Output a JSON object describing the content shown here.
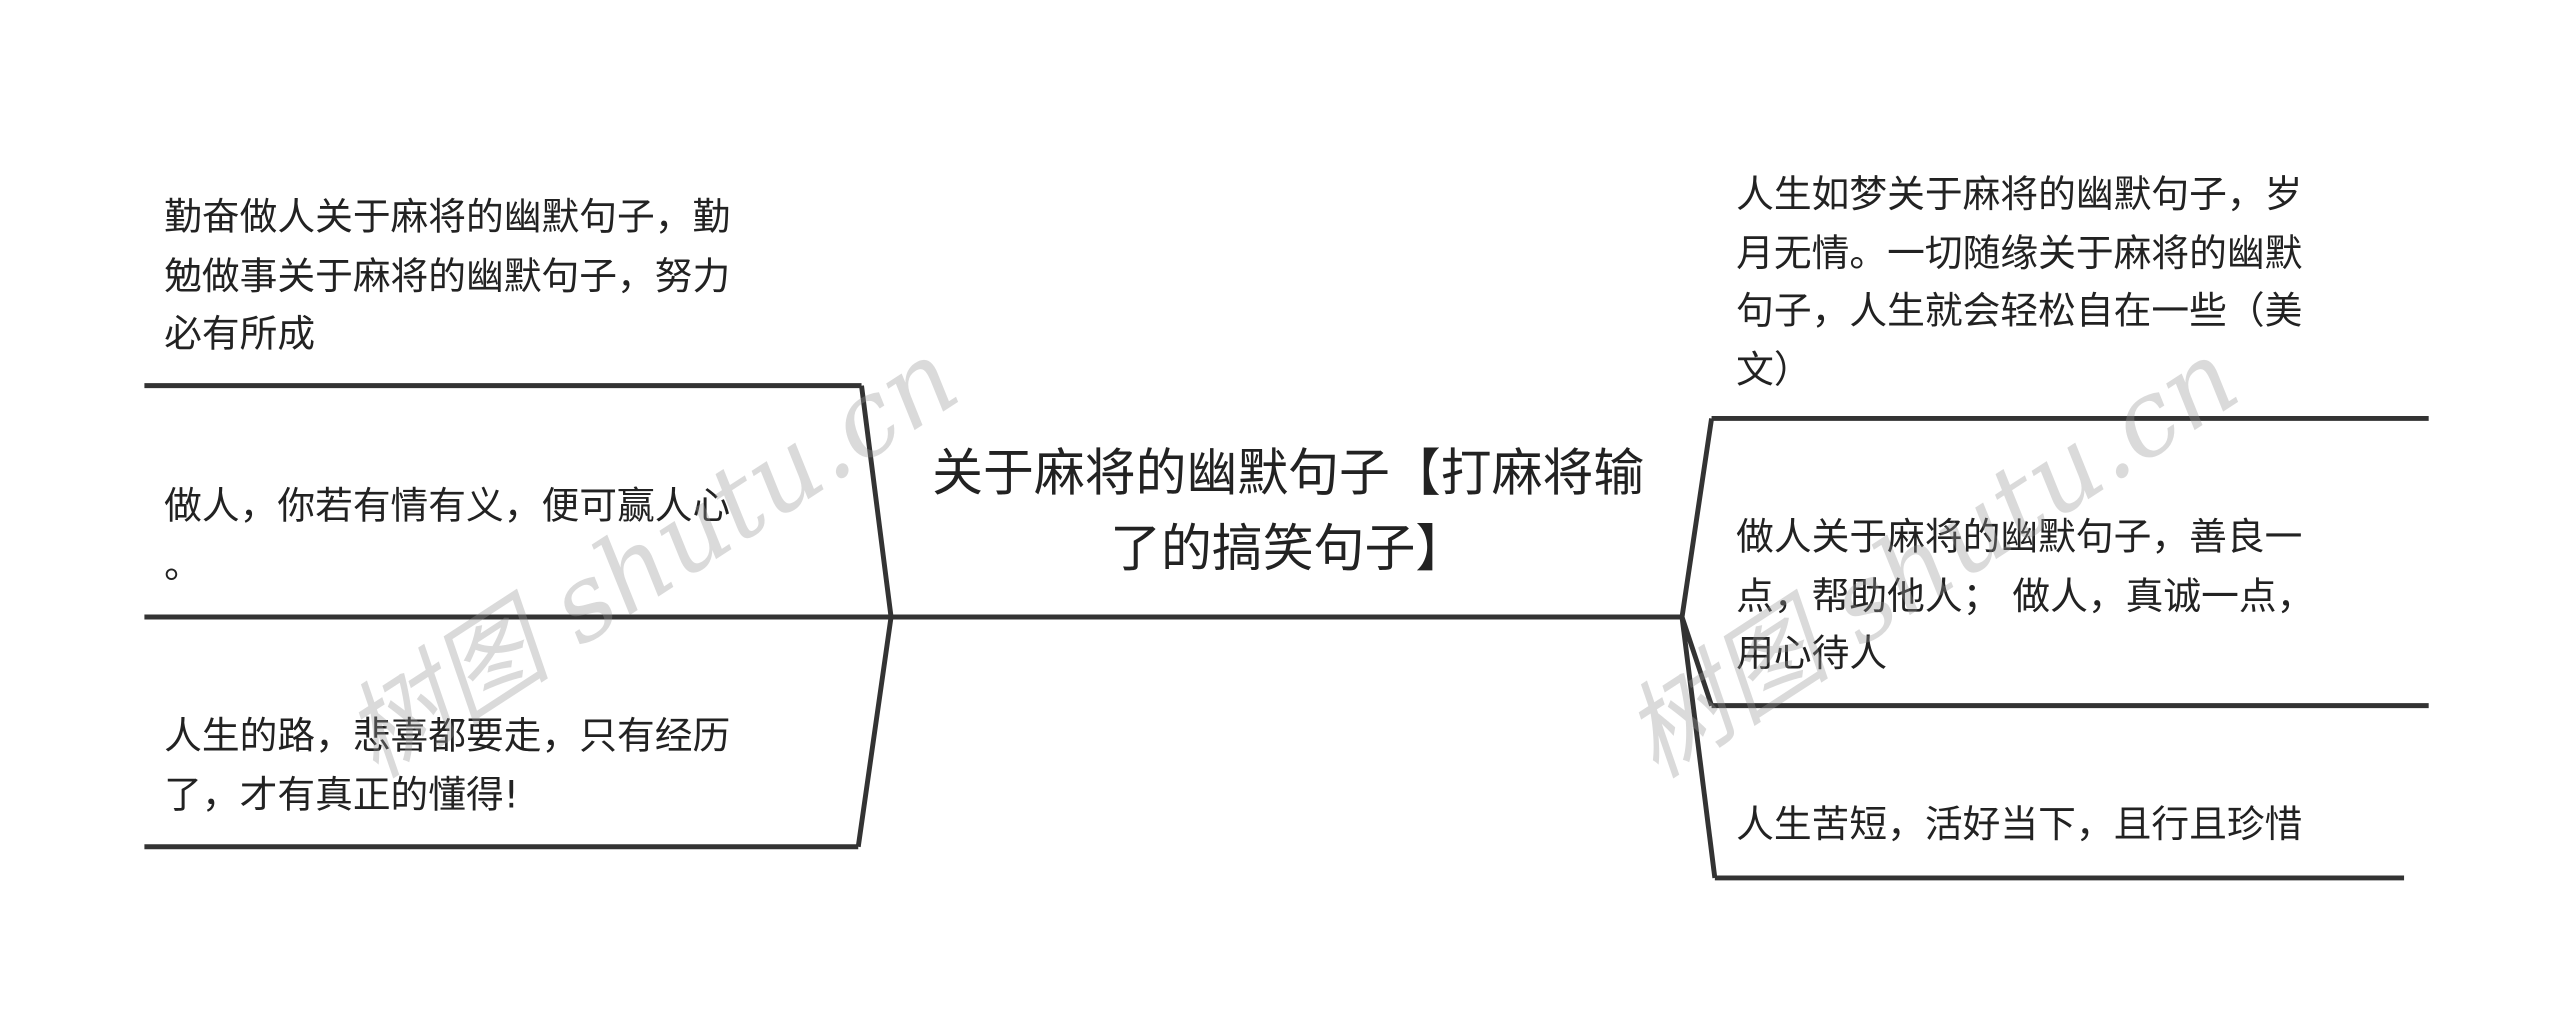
{
  "root": {
    "title": "关于麻将的幽默句子【打麻将输了的搞笑句子】"
  },
  "left_nodes": [
    {
      "text": "勤奋做人关于麻将的幽默句子，勤\n勉做事关于麻将的幽默句子，努力\n必有所成"
    },
    {
      "text": "做人，你若有情有义，便可赢人心\n。"
    },
    {
      "text": "人生的路，悲喜都要走，只有经历\n了，才有真正的懂得!"
    }
  ],
  "right_nodes": [
    {
      "text": "人生如梦关于麻将的幽默句子，岁\n月无情。一切随缘关于麻将的幽默\n句子，人生就会轻松自在一些（美\n文）"
    },
    {
      "text": "做人关于麻将的幽默句子，善良一\n点，帮助他人； 做人，真诚一点，\n用心待人"
    },
    {
      "text": "人生苦短，活好当下，且行且珍惜"
    }
  ],
  "watermark": "树图 shutu.cn",
  "colors": {
    "line": "#333333",
    "text": "#222222"
  }
}
